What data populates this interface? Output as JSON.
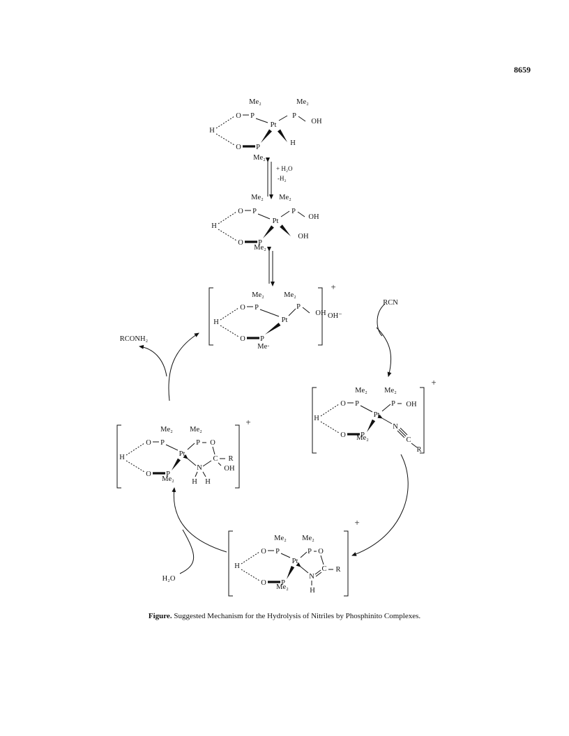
{
  "page": {
    "number": "8659"
  },
  "scheme": {
    "labels": {
      "me2": "Me₂",
      "me_partial": "Me·",
      "p": "P",
      "pt": "Pt",
      "o": "O",
      "h": "H",
      "oh": "OH",
      "n": "N",
      "c": "C",
      "r": "R",
      "plus": "+",
      "oh_minus": "OH⁻"
    },
    "arrows": {
      "step1_reagents": "+ H₂O",
      "step1_products": "-H₂"
    },
    "reagents": {
      "rcn": "RCN",
      "rconh2": "RCONH₂",
      "water": "H₂O"
    }
  },
  "caption": {
    "label": "Figure.",
    "text": " Suggested Mechanism for the Hydrolysis of Nitriles by Phosphinito Complexes."
  }
}
